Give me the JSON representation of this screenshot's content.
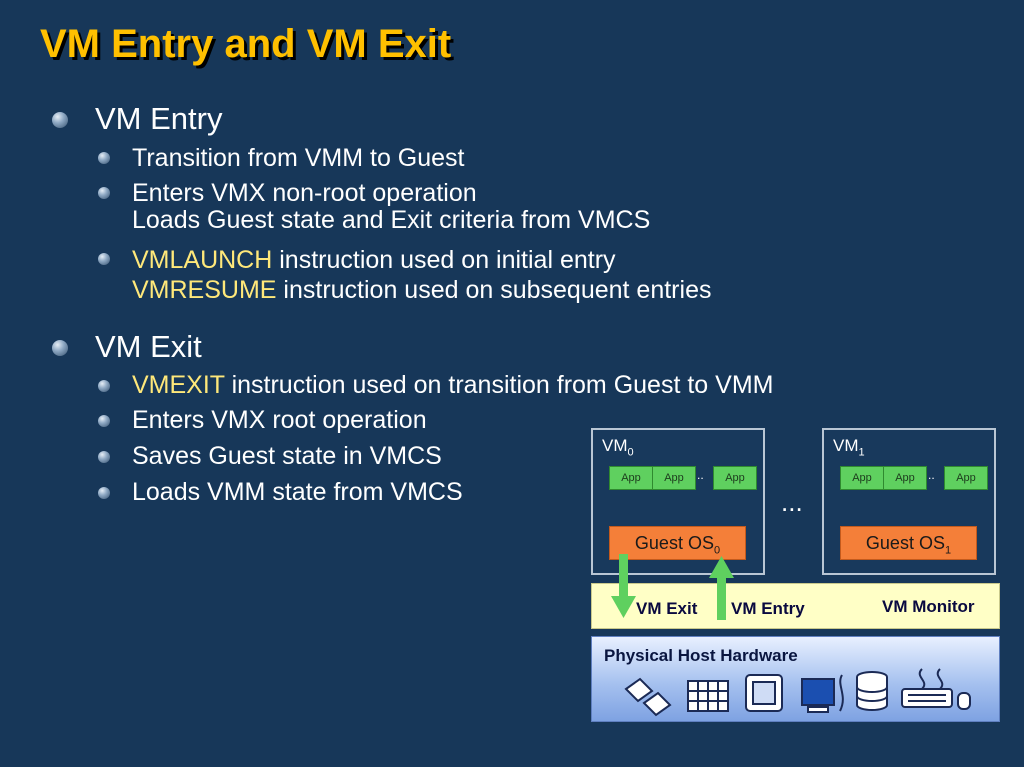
{
  "slide": {
    "title": "VM Entry and VM Exit"
  },
  "sections": {
    "entry": {
      "heading": "VM Entry",
      "items": [
        {
          "text": "Transition from VMM to Guest"
        },
        {
          "line1": "Enters VMX non-root operation",
          "line2": "Loads Guest state and Exit criteria from VMCS"
        },
        {
          "kw1": "VMLAUNCH",
          "rest1": " instruction used on initial entry",
          "kw2": "VMRESUME",
          "rest2": " instruction used on subsequent entries"
        }
      ]
    },
    "exit": {
      "heading": "VM Exit",
      "items": [
        {
          "kw": "VMEXIT",
          "rest": " instruction used on transition from Guest to VMM"
        },
        {
          "text": "Enters VMX root operation"
        },
        {
          "text": "Saves Guest state in VMCS"
        },
        {
          "text": "Loads VMM state from VMCS"
        }
      ]
    }
  },
  "diagram": {
    "vm0": {
      "label": "VM",
      "sub": "0",
      "apps": [
        "App",
        "App",
        "App"
      ],
      "dots": "..",
      "guest_os": "Guest OS",
      "guest_os_sub": "0"
    },
    "vm1": {
      "label": "VM",
      "sub": "1",
      "apps": [
        "App",
        "App",
        "App"
      ],
      "dots": "..",
      "guest_os": "Guest OS",
      "guest_os_sub": "1"
    },
    "ellipsis": "...",
    "monitor": {
      "exit_label": "VM Exit",
      "entry_label": "VM Entry",
      "label": "VM Monitor"
    },
    "hardware": {
      "label": "Physical Host Hardware",
      "icons": [
        "memory-chip-icon",
        "grid-chip-icon",
        "cpu-icon",
        "monitor-icon",
        "disk-stack-icon",
        "keyboard-icon"
      ]
    },
    "colors": {
      "arrow": "#5fd05f",
      "app": "#5fd05f",
      "guest_os": "#f47f39",
      "monitor": "#ffffc6",
      "title": "#ffc000",
      "keyword": "#ffe87a"
    }
  }
}
